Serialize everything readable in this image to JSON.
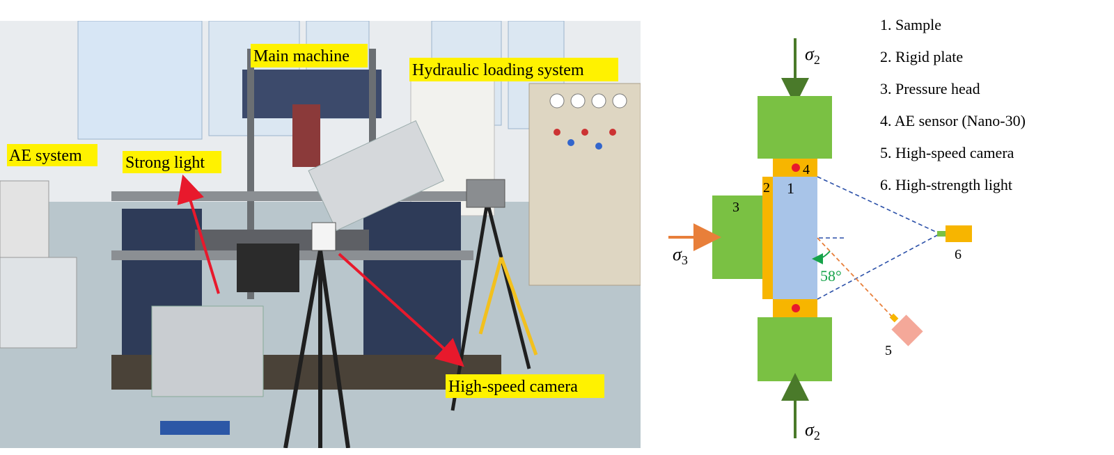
{
  "photo": {
    "labels": {
      "main_machine": "Main machine",
      "hydraulic": "Hydraulic loading system",
      "ae_system": "AE system",
      "strong_light": "Strong light",
      "camera": "High-speed camera"
    }
  },
  "diagram": {
    "stress_top": "σ",
    "stress_top_sub": "2",
    "stress_bottom": "σ",
    "stress_bottom_sub": "2",
    "stress_side": "σ",
    "stress_side_sub": "3",
    "angle": "58°",
    "numbers": {
      "n1": "1",
      "n2": "2",
      "n3": "3",
      "n4": "4",
      "n5": "5",
      "n6": "6"
    },
    "legend": [
      "1. Sample",
      "2. Rigid plate",
      "3. Pressure head",
      "4. AE sensor (Nano-30)",
      "5. High-speed camera",
      "6. High-strength light"
    ],
    "colors": {
      "green": "#7ac143",
      "orange": "#f7b500",
      "sample": "#a8c4e8",
      "red_dot": "#e8192c",
      "arrow_green": "#4a7a2a",
      "arrow_orange": "#e87f3a",
      "dash_blue": "#2a4fa8",
      "dash_orange": "#e87f3a",
      "camera": "#f4a899",
      "label_bg": "#fff200",
      "red_arrow": "#e8192c"
    }
  }
}
